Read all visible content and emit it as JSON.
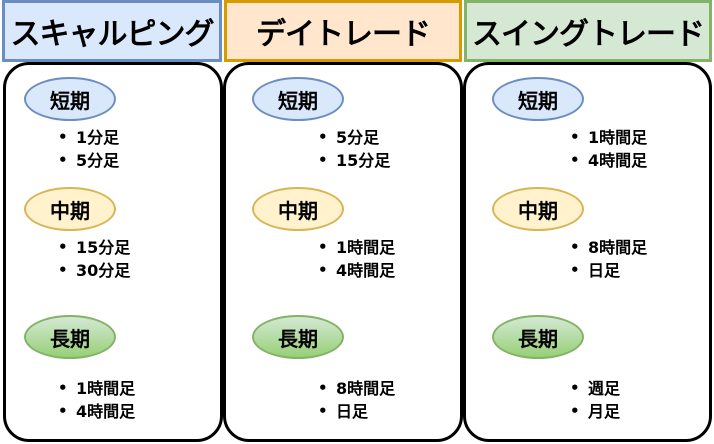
{
  "columns": [
    {
      "title": "スキャルピング",
      "short": {
        "label": "短期",
        "items": [
          "1分足",
          "5分足"
        ]
      },
      "mid": {
        "label": "中期",
        "items": [
          "15分足",
          "30分足"
        ]
      },
      "long": {
        "label": "長期",
        "items": [
          "1時間足",
          "4時間足"
        ]
      }
    },
    {
      "title": "デイトレード",
      "short": {
        "label": "短期",
        "items": [
          "5分足",
          "15分足"
        ]
      },
      "mid": {
        "label": "中期",
        "items": [
          "1時間足",
          "4時間足"
        ]
      },
      "long": {
        "label": "長期",
        "items": [
          "8時間足",
          "日足"
        ]
      }
    },
    {
      "title": "スイングトレード",
      "short": {
        "label": "短期",
        "items": [
          "1時間足",
          "4時間足"
        ]
      },
      "mid": {
        "label": "中期",
        "items": [
          "8時間足",
          "日足"
        ]
      },
      "long": {
        "label": "長期",
        "items": [
          "週足",
          "月足"
        ]
      }
    }
  ],
  "colors": {
    "header_scalping_fill": "#dae8fc",
    "header_scalping_border": "#6c8ebf",
    "header_day_fill": "#ffe6cc",
    "header_day_border": "#d79b00",
    "header_swing_fill": "#d5e8d4",
    "header_swing_border": "#82b366",
    "short_fill": "#dae8fc",
    "mid_fill": "#fff2cc",
    "long_fill": "#97d077"
  }
}
